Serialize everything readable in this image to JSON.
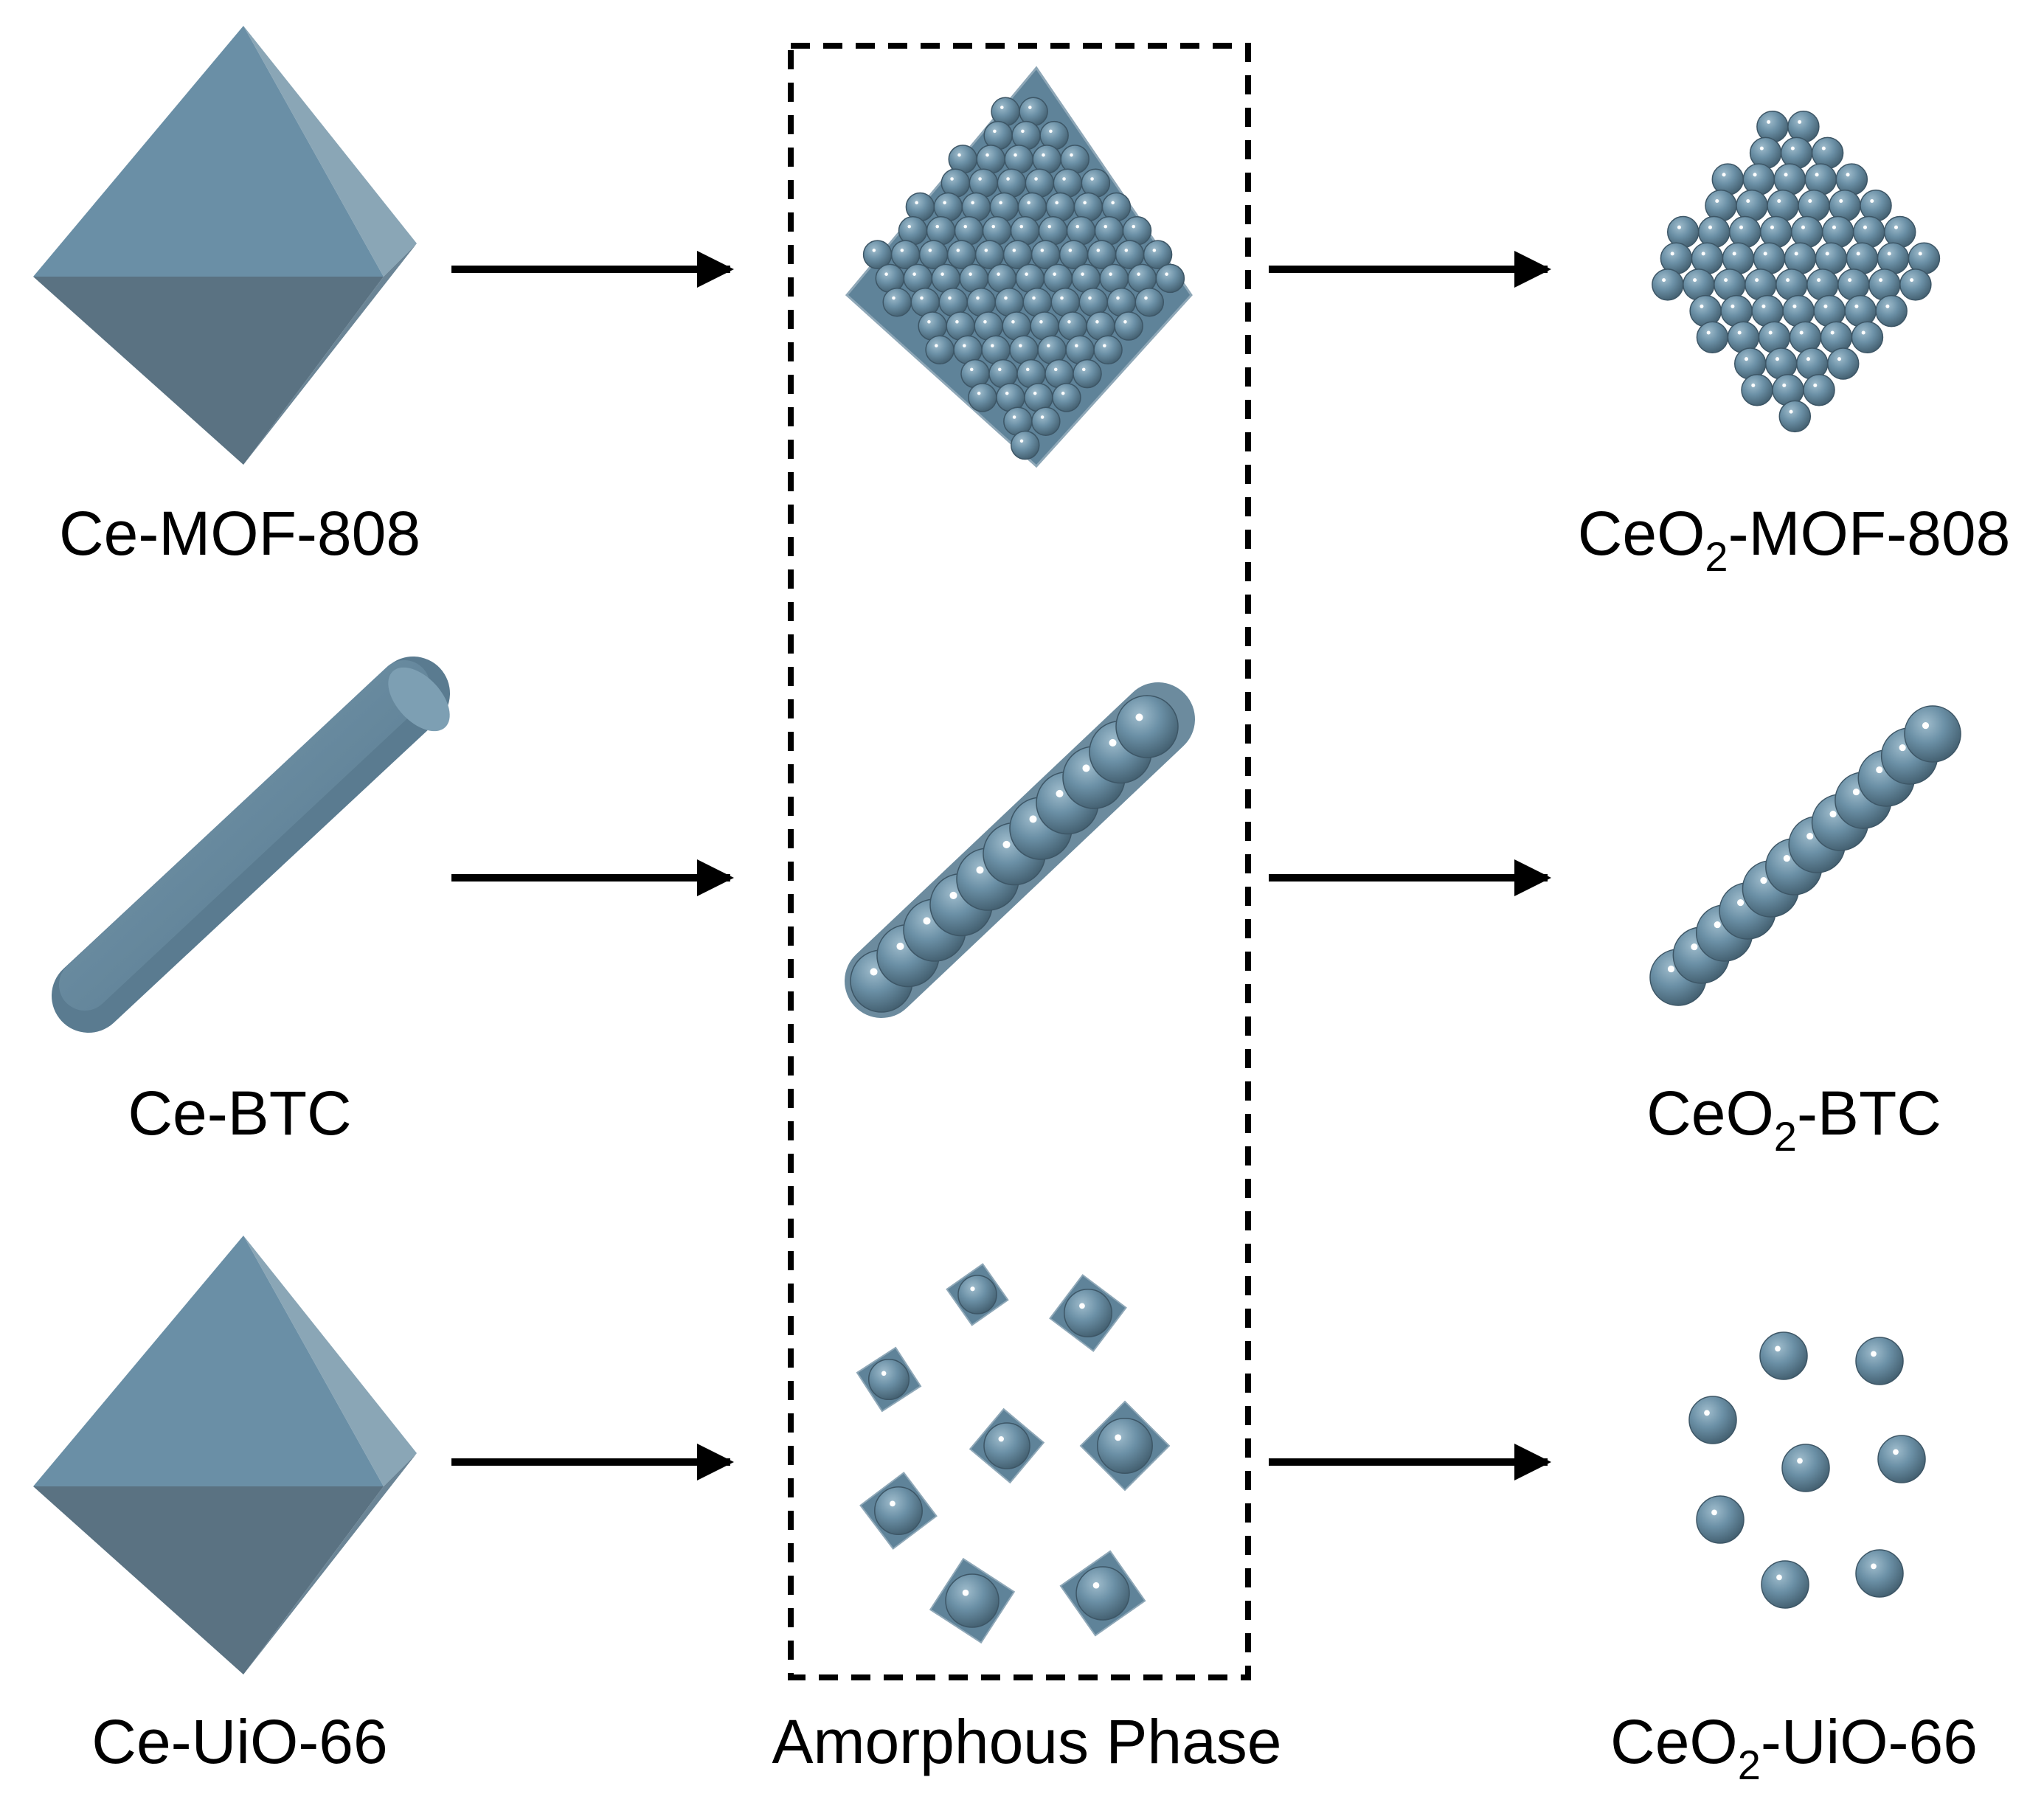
{
  "colors": {
    "shape_light": "#6a8fa6",
    "shape_mid": "#5d7f94",
    "shape_dark": "#4f6675",
    "shape_edge": "#8ea7b7",
    "arrow": "#000000",
    "dashed_box": "#000000"
  },
  "rows": [
    {
      "precursor": {
        "shape": "octahedron",
        "label": "Ce-MOF-808"
      },
      "intermediate": {
        "shape": "octahedron-of-spheres"
      },
      "product": {
        "shape": "sphere-octahedron",
        "label_main": "CeO",
        "label_sub": "2",
        "label_rest": "-MOF-808"
      }
    },
    {
      "precursor": {
        "shape": "rod",
        "label": "Ce-BTC"
      },
      "intermediate": {
        "shape": "rod-of-spheres"
      },
      "product": {
        "shape": "sphere-chain",
        "label_main": "CeO",
        "label_sub": "2",
        "label_rest": "-BTC"
      }
    },
    {
      "precursor": {
        "shape": "octahedron",
        "label": "Ce-UiO-66"
      },
      "intermediate": {
        "shape": "scattered-small-octahedra"
      },
      "product": {
        "shape": "scattered-spheres",
        "label_main": "CeO",
        "label_sub": "2",
        "label_rest": "-UiO-66"
      }
    }
  ],
  "middle_label": "Amorphous Phase",
  "icons": [
    "right-arrow-icon",
    "dashed-box"
  ]
}
